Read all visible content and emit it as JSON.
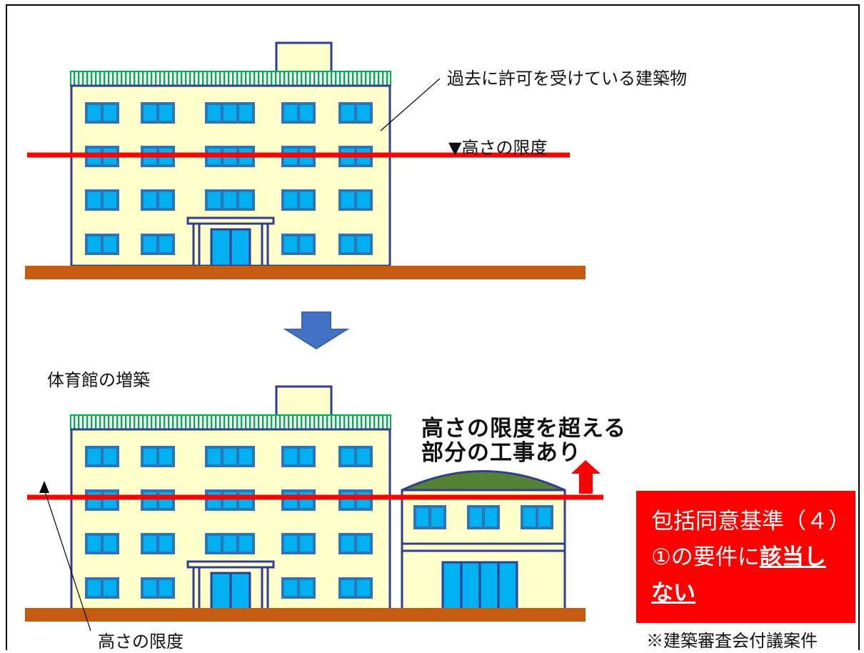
{
  "labels": {
    "permitted_building": "過去に許可を受けている建築物",
    "height_limit_top": "▼高さの限度",
    "gym_extension": "体育館の増築",
    "exceeds_line1": "高さの限度を超える",
    "exceeds_line2": "部分の工事あり",
    "height_limit_bottom": "高さの限度",
    "council_note": "※建築審査会付議案件"
  },
  "verdict_box": {
    "line1": "包括同意基準（４）",
    "line2_prefix": "①の要件に",
    "line2_emphasis": "該当し",
    "line3_emphasis": "ない"
  },
  "colors": {
    "height_limit_line": "#ff0000",
    "ground": "#c55a11",
    "building_wall": "#ffffcc",
    "building_outline": "#2f3e8f",
    "window_glass": "#00b0f0",
    "window_frame": "#2e75b6",
    "roof_railing": "#00b050",
    "gym_roof": "#548235",
    "transition_arrow": "#4472c4",
    "verdict_box": "#ff0000"
  }
}
